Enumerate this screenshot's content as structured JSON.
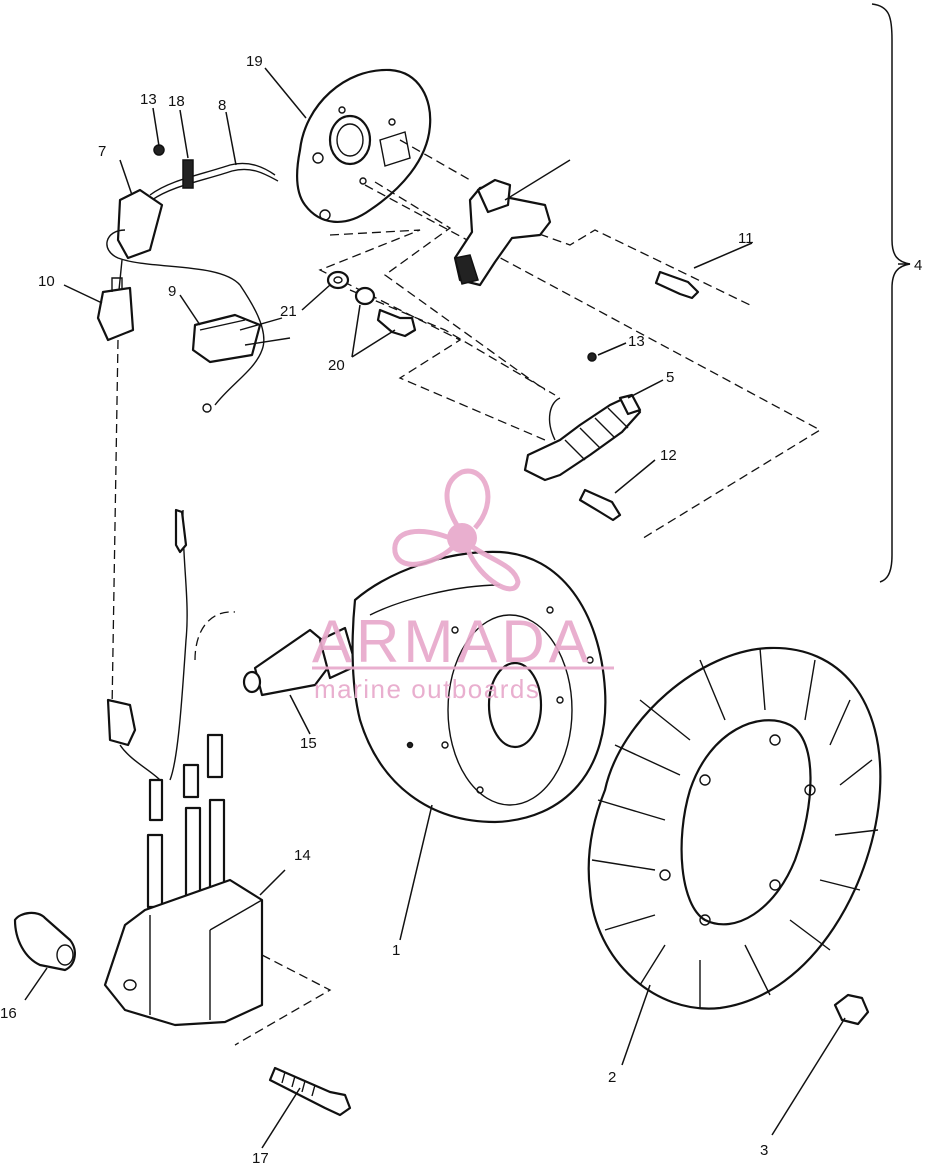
{
  "labels": {
    "l1": "1",
    "l2": "2",
    "l3": "3",
    "l4": "4",
    "l5": "5",
    "l7": "7",
    "l8": "8",
    "l9": "9",
    "l10": "10",
    "l11": "11",
    "l12": "12",
    "l13a": "13",
    "l13b": "13",
    "l14": "14",
    "l15": "15",
    "l16": "16",
    "l17": "17",
    "l18": "18",
    "l19": "19",
    "l20": "20",
    "l21": "21"
  },
  "watermark": {
    "brand": "ARMADA",
    "tagline": "marine outboards",
    "color": "#e8a9cb"
  }
}
